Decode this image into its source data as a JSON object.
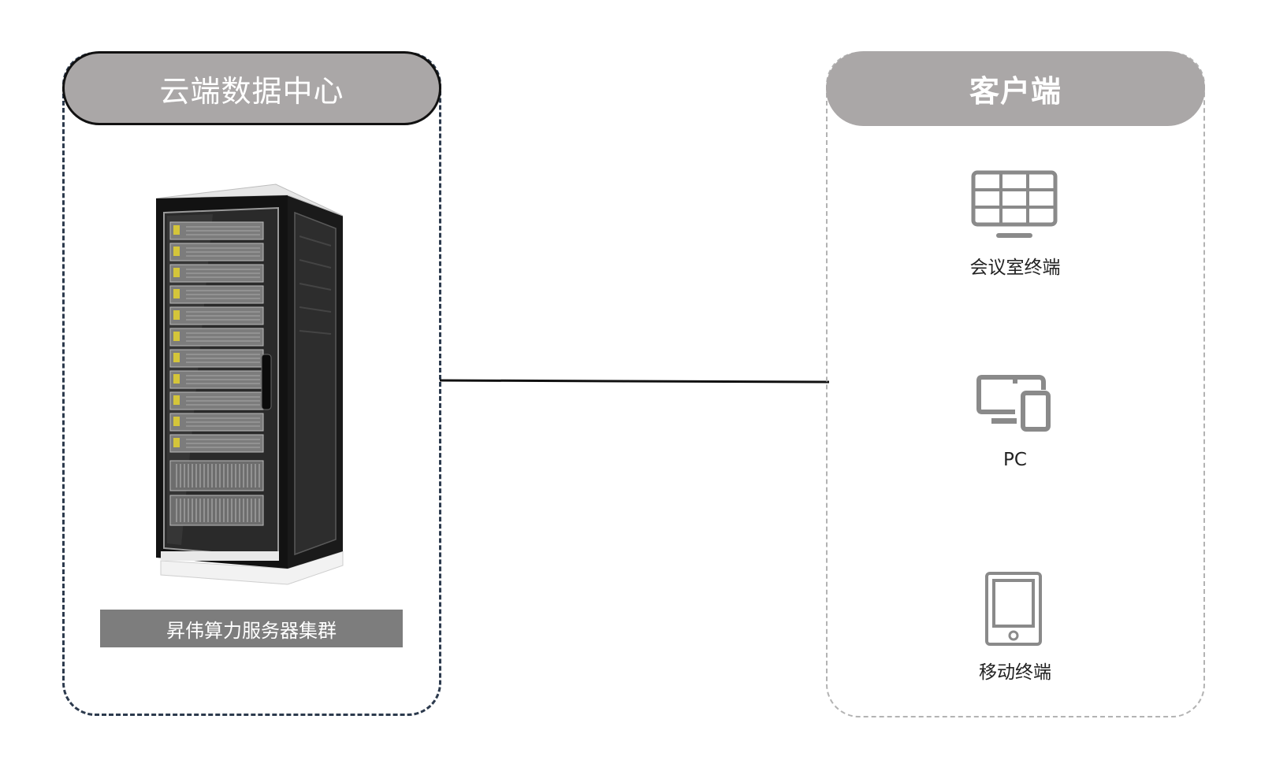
{
  "cloud": {
    "title": "云端数据中心",
    "server_label": "昇伟算力服务器集群"
  },
  "client": {
    "title": "客户端",
    "terminals": [
      {
        "label": "会议室终端",
        "icon": "video-wall-monitor-icon"
      },
      {
        "label": "PC",
        "icon": "desktop-and-mobile-icon"
      },
      {
        "label": "移动终端",
        "icon": "tablet-icon"
      }
    ]
  },
  "colors": {
    "header_fill": "#aaa7a7",
    "left_border": "#2c3a4d",
    "right_border": "#b3b3b3",
    "label_fill": "#7d7d7d",
    "icon_gray": "#8a8a8a"
  }
}
